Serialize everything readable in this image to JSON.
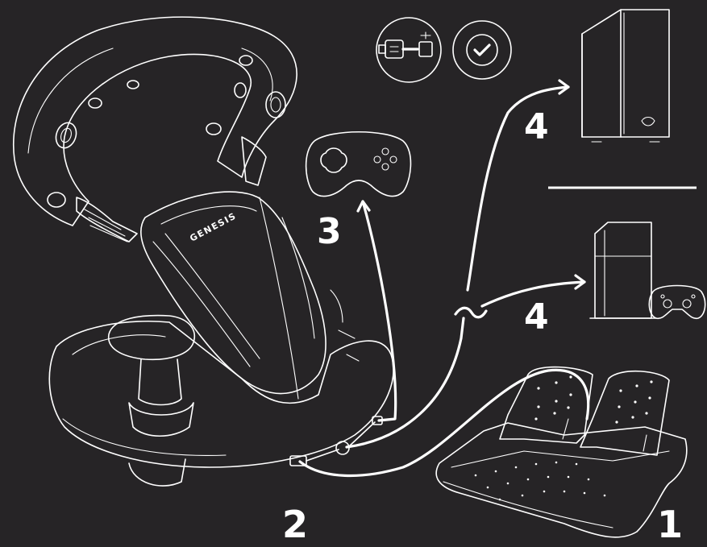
{
  "step_labels": {
    "pedals": "1",
    "wheel_base": "2",
    "gamepad_port": "3",
    "pc": "4",
    "console": "4"
  },
  "brand_text": "GENESIS",
  "icons": [
    "usb-connection-icon",
    "checkmark-icon",
    "gamepad-icon",
    "pc-tower-icon",
    "console-icon",
    "console-controller-icon",
    "tilde-separator-icon",
    "arrow-icon"
  ],
  "colors": {
    "background": "#262426",
    "line": "#ffffff"
  }
}
